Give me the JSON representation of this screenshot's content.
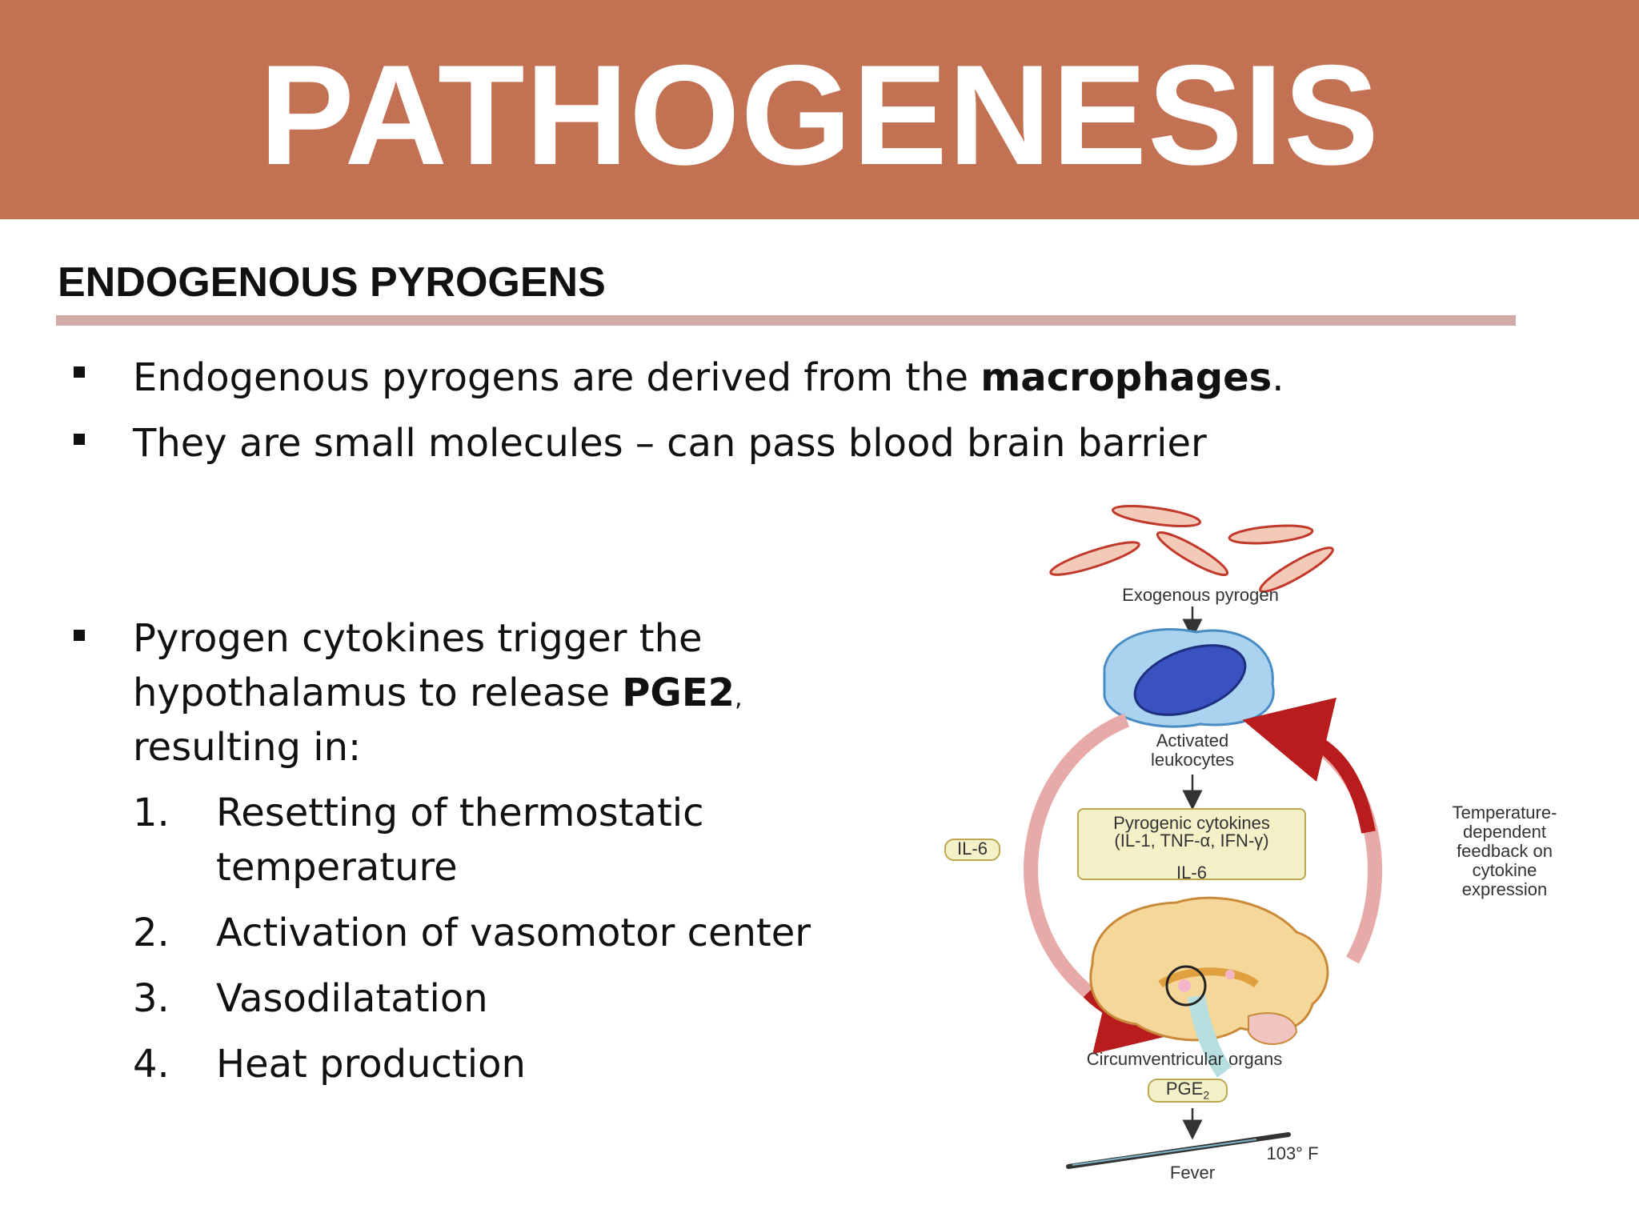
{
  "slide": {
    "title": "PATHOGENESIS",
    "section_heading": "ENDOGENOUS PYROGENS",
    "colors": {
      "banner": "#c27153",
      "rule": "#d2aaa6"
    }
  },
  "bullets": {
    "b1_pre": "Endogenous pyrogens are derived from the ",
    "b1_bold": "macrophages",
    "b1_post": ".",
    "b2": "They are small molecules – can pass blood brain barrier",
    "b3_line1": "Pyrogen cytokines trigger the",
    "b3_line2_pre": "hypothalamus to release ",
    "b3_line2_bold": "PGE2",
    "b3_line2_post": ",",
    "b3_line3": "resulting in:"
  },
  "list": [
    {
      "num": "1.",
      "line1": "Resetting of thermostatic",
      "line2": "temperature"
    },
    {
      "num": "2.",
      "line1": "Activation of vasomotor center"
    },
    {
      "num": "3.",
      "line1": "Vasodilatation"
    },
    {
      "num": "4.",
      "line1": "Heat production"
    }
  ],
  "diagram": {
    "exogenous": "Exogenous pyrogen",
    "leukocytes_1": "Activated",
    "leukocytes_2": "leukocytes",
    "cytokines_1": "Pyrogenic cytokines",
    "cytokines_2": "(IL-1, TNF-α, IFN-γ)",
    "il6_inner": "IL-6",
    "il6_side": "IL-6",
    "feedback_1": "Temperature-",
    "feedback_2": "dependent",
    "feedback_3": "feedback on",
    "feedback_4": "cytokine",
    "feedback_5": "expression",
    "organs": "Circumventricular organs",
    "pge2": "PGE",
    "pge2_sub": "2",
    "temp": "103° F",
    "fever": "Fever"
  }
}
